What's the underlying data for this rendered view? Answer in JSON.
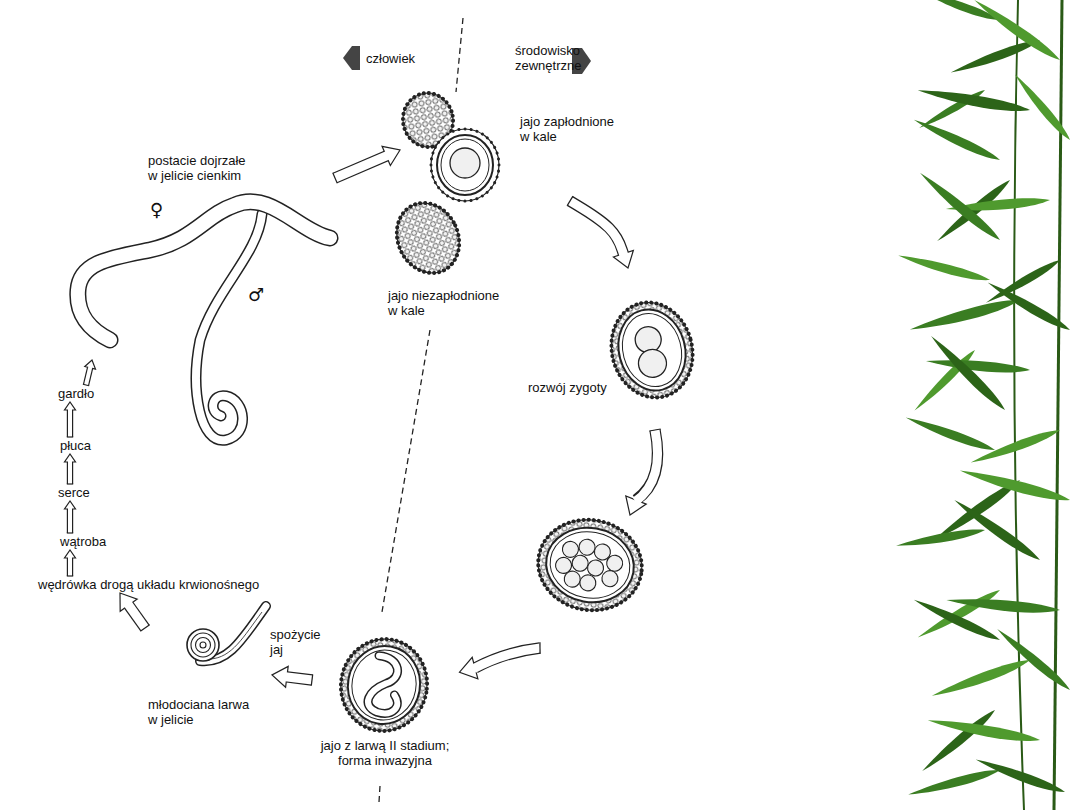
{
  "diagram": {
    "nodes": [
      {
        "text": [
          "postacie dojrzałe w jelicie cienkim",
          "♀",
          "♂"
        ]
      },
      {
        "text": [
          "jajo zapłodnione w kale"
        ]
      },
      {
        "text": [
          "jajo niezapłodnione w kale"
        ]
      },
      {
        "text": [
          "rozwój zygoty"
        ]
      },
      {
        "text": [
          "jajo z larwą II stadium; forma inwazyjna"
        ]
      },
      {
        "text": [
          "młodociana larwa w jelicie"
        ]
      },
      {
        "text": [
          "wędrówka drogą układu krwionośnego"
        ]
      },
      {
        "text": [
          "wątroba"
        ]
      },
      {
        "text": [
          "serce"
        ]
      },
      {
        "text": [
          "płuca"
        ]
      },
      {
        "text": [
          "gardło"
        ]
      }
    ],
    "edges": [
      {
        "from": 0,
        "to": 1,
        "arrow": "to"
      },
      {
        "from": 1,
        "to": 3,
        "arrow": "to"
      },
      {
        "from": 4,
        "to": 5,
        "label": "spożycie jaj",
        "arrow": "to"
      },
      {
        "from": 5,
        "to": 6,
        "arrow": "to"
      },
      {
        "from": 6,
        "to": 7,
        "arrow": "to"
      },
      {
        "from": 7,
        "to": 8,
        "arrow": "to"
      },
      {
        "from": 8,
        "to": 9,
        "arrow": "to"
      },
      {
        "from": 9,
        "to": 10,
        "arrow": "to"
      },
      {
        "from": 10,
        "to": 0,
        "arrow": "to"
      }
    ],
    "labels": [
      "człowiek",
      "środowisko zewnętrzne"
    ]
  }
}
